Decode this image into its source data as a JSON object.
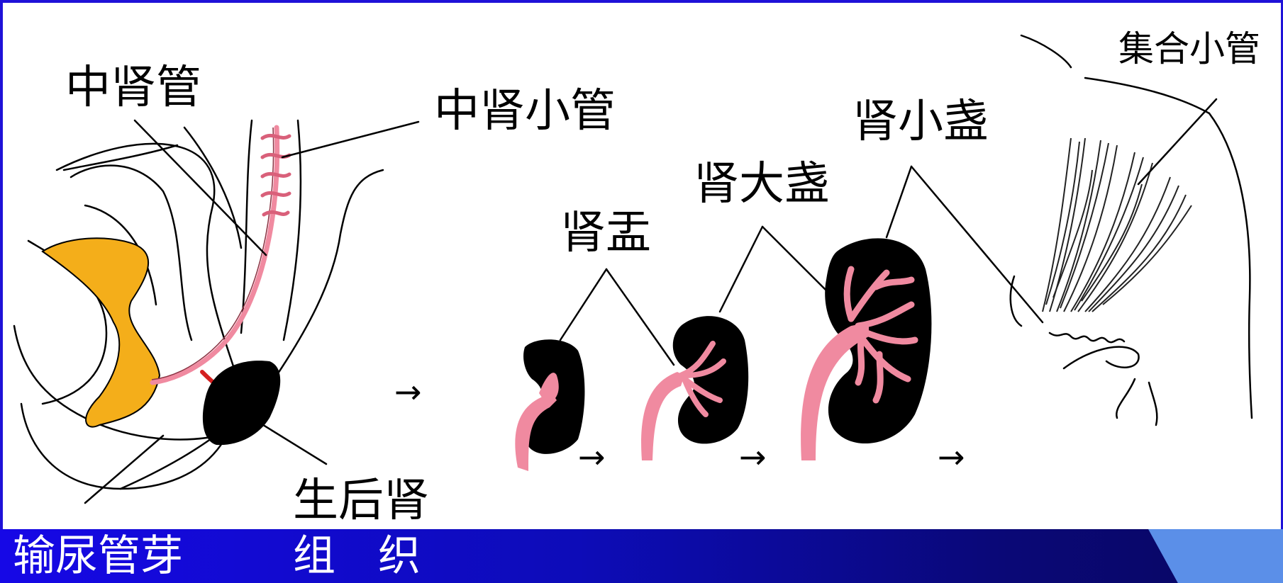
{
  "labels": {
    "mesonephric_duct": "中肾管",
    "mesonephric_tubule": "中肾小管",
    "minor_calyx": "肾小盏",
    "major_calyx": "肾大盏",
    "renal_pelvis": "肾盂",
    "metanephros": "生后肾",
    "collecting_tubule": "集合小管"
  },
  "arrows": [
    "→",
    "→",
    "→",
    "→"
  ],
  "footer": {
    "left_text": "输尿管芽",
    "right_text": "组　织"
  },
  "colors": {
    "frame": "#1f12d8",
    "footer_start": "#1608e6",
    "footer_end": "#080660",
    "footer_corner": "#5b8fe8",
    "ureteric_pink": "#f08aa0",
    "yellow_region": "#f4ae1a",
    "kidney_black": "#000000"
  }
}
